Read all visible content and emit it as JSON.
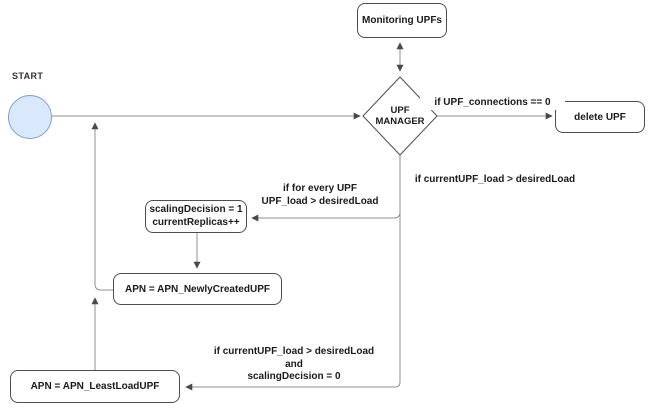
{
  "nodes": {
    "start_label": "START",
    "monitoring": "Monitoring UPFs",
    "manager_line1": "UPF",
    "manager_line2": "MANAGER",
    "delete_upf": "delete UPF",
    "scaling_line1": "scalingDecision = 1",
    "scaling_line2": "currentReplicas++",
    "apn_newly": "APN = APN_NewlyCreatedUPF",
    "apn_least": "APN = APN_LeastLoadUPF"
  },
  "edge_labels": {
    "connections_zero": "if UPF_connections == 0",
    "current_load": "if currentUPF_load > desiredLoad",
    "every_upf_line1": "if for every UPF",
    "every_upf_line2": "UPF_load > desiredLoad",
    "scaling_zero_line1": "if currentUPF_load > desiredLoad",
    "scaling_zero_line2": "and",
    "scaling_zero_line3": "scalingDecision = 0"
  },
  "colors": {
    "node_fill": "#ffffff",
    "node_border": "#4d4d4d",
    "start_fill": "#dae8fc",
    "start_border": "#7e9fc6",
    "edge_stroke": "#8f8f8f",
    "arrowhead": "#4a4a4a",
    "text": "#1a1a1a"
  }
}
